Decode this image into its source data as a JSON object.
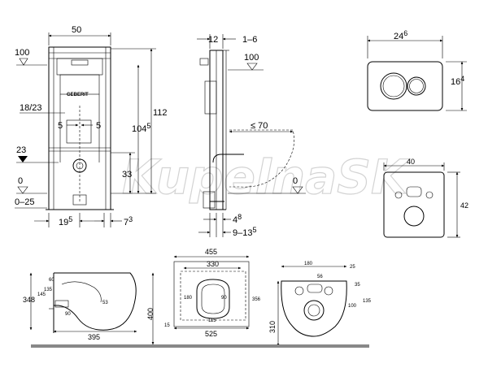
{
  "watermark": "KupelnaSK",
  "brand": "GEBERIT",
  "front_view": {
    "width": "50",
    "height_total": "112",
    "height_mid_base": "104",
    "height_mid_sup": "5",
    "level_100": "100",
    "level_23": "23",
    "level_0": "0",
    "level_range": "0–25",
    "connection": "18/23",
    "offset_left": "5",
    "offset_right": "5",
    "height_33": "33",
    "bottom_left_base": "19",
    "bottom_left_sup": "5",
    "bottom_right_base": "7",
    "bottom_right_sup": "3"
  },
  "side_view": {
    "depth_12": "12",
    "depth_range": "1–6",
    "level_100": "100",
    "projection": "≤ 70",
    "level_0": "0",
    "d1_base": "4",
    "d1_sup": "8",
    "d2_base": "9–13",
    "d2_sup": "5"
  },
  "flush_plate": {
    "width_base": "24",
    "width_sup": "6",
    "height_base": "16",
    "height_sup": "4"
  },
  "wall_plate": {
    "width": "40",
    "height": "42"
  },
  "toilet_side": {
    "height_total": "348",
    "length": "395",
    "h400": "400",
    "h135": "135",
    "h145": "145",
    "h90": "90",
    "h60": "60",
    "d53": "53"
  },
  "toilet_top": {
    "w455": "455",
    "w330": "330",
    "h356": "356",
    "h180": "180",
    "d90": "90",
    "d115": "115",
    "d15": "15",
    "length": "525"
  },
  "toilet_back": {
    "w180": "180",
    "d25": "25",
    "d56": "56",
    "d35": "35",
    "d100": "100",
    "d135": "135",
    "h310": "310"
  }
}
